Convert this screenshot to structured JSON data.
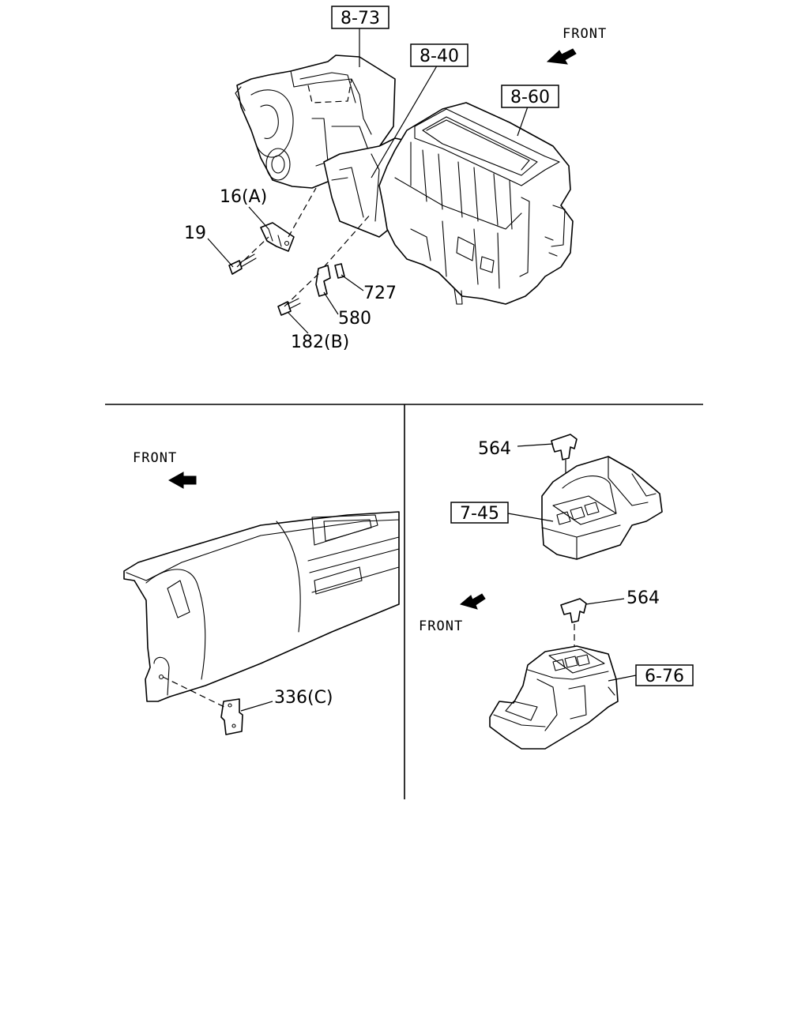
{
  "labels": {
    "top": {
      "ref_8_73": "8-73",
      "ref_8_40": "8-40",
      "ref_8_60": "8-60",
      "front": "FRONT",
      "part_16a": "16(A)",
      "part_19": "19",
      "part_727": "727",
      "part_580": "580",
      "part_182b": "182(B)"
    },
    "left": {
      "front": "FRONT",
      "part_336c": "336(C)"
    },
    "right": {
      "part_564_top": "564",
      "ref_7_45": "7-45",
      "front": "FRONT",
      "part_564_bottom": "564",
      "ref_6_76": "6-76"
    }
  }
}
